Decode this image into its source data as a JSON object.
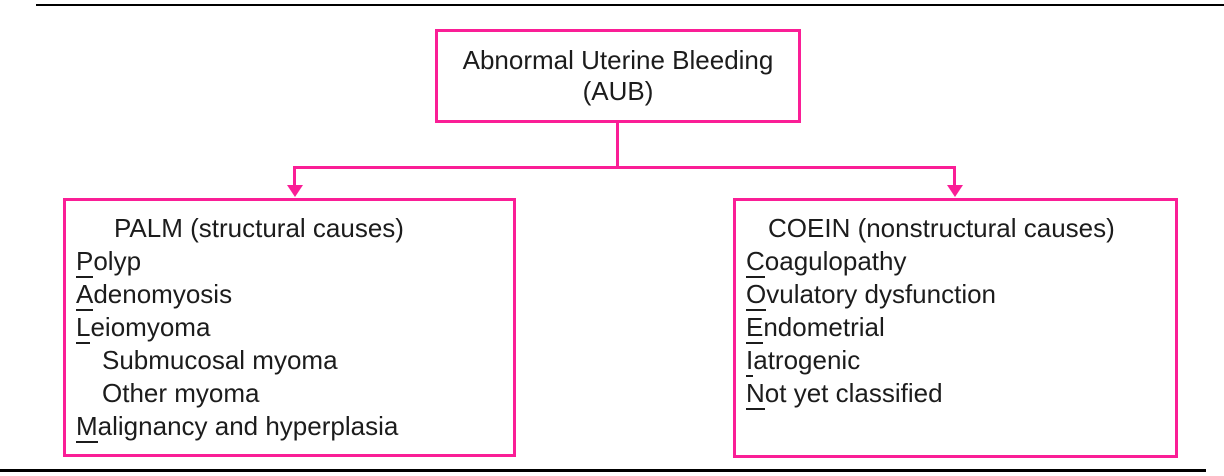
{
  "colors": {
    "accent": "#FA1E96",
    "text": "#1C1C1C",
    "rule": "#000000",
    "background": "#FFFFFF"
  },
  "root_node": {
    "line1": "Abnormal Uterine Bleeding",
    "line2": "(AUB)"
  },
  "branches": {
    "palm": {
      "heading": "PALM (structural causes)",
      "items": [
        {
          "prefix": "P",
          "rest": "olyp",
          "indent": 0
        },
        {
          "prefix": "A",
          "rest": "denomyosis",
          "indent": 0
        },
        {
          "prefix": "L",
          "rest": "eiomyoma",
          "indent": 0
        },
        {
          "prefix": "",
          "rest": "Submucosal myoma",
          "indent": 1
        },
        {
          "prefix": "",
          "rest": "Other myoma",
          "indent": 1
        },
        {
          "prefix": "M",
          "rest": "alignancy and hyperplasia",
          "indent": 0
        }
      ]
    },
    "coein": {
      "heading": "COEIN (nonstructural causes)",
      "items": [
        {
          "prefix": "C",
          "rest": "oagulopathy",
          "indent": 0
        },
        {
          "prefix": "O",
          "rest": "vulatory dysfunction",
          "indent": 0
        },
        {
          "prefix": "E",
          "rest": "ndometrial",
          "indent": 0
        },
        {
          "prefix": "I",
          "rest": "atrogenic",
          "indent": 0
        },
        {
          "prefix": "N",
          "rest": "ot yet classified",
          "indent": 0
        }
      ]
    }
  }
}
